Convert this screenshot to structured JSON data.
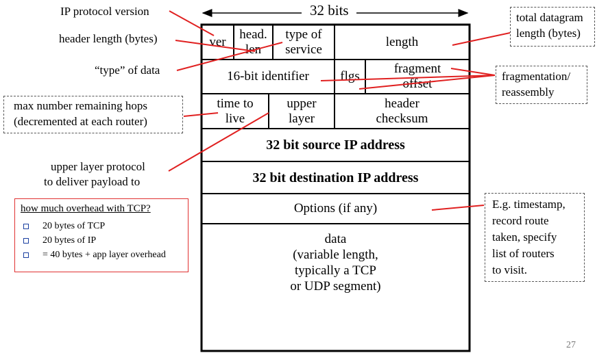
{
  "width_label": "32 bits",
  "header_fields": {
    "ver": "ver",
    "head_len_1": "head.",
    "head_len_2": "len",
    "tos_1": "type of",
    "tos_2": "service",
    "length": "length",
    "identifier": "16-bit identifier",
    "flgs": "flgs",
    "frag_1": "fragment",
    "frag_2": "offset",
    "ttl_1": "time to",
    "ttl_2": "live",
    "upper_1": "upper",
    "upper_2": "layer",
    "checksum_1": "header",
    "checksum_2": "checksum",
    "src": "32 bit source IP address",
    "dst": "32 bit destination IP address",
    "options": "Options (if any)",
    "data_1": "data",
    "data_2": "(variable length,",
    "data_3": "typically a TCP",
    "data_4": "or UDP segment)"
  },
  "annotations": {
    "ip_version": "IP protocol version",
    "header_length": "header length (bytes)",
    "type_of_data": "“type” of data",
    "max_hops_1": "max number remaining hops",
    "max_hops_2": "(decremented at each router)",
    "upper_proto_1": "upper layer protocol",
    "upper_proto_2": "to deliver payload to",
    "total_len_1": "total datagram",
    "total_len_2": "length (bytes)",
    "frag_1": "fragmentation/",
    "frag_2": "reassembly",
    "opt_1": "E.g. timestamp,",
    "opt_2": "record route",
    "opt_3": "taken, specify",
    "opt_4": "list of routers",
    "opt_5": "to visit."
  },
  "overhead": {
    "title": "how much overhead with TCP?",
    "items": [
      "20 bytes of TCP",
      "20 bytes of IP",
      "= 40 bytes + app layer overhead"
    ]
  },
  "page_number": "27",
  "colors": {
    "arrow": "#e02020",
    "bullet": "#1a3fa0"
  }
}
